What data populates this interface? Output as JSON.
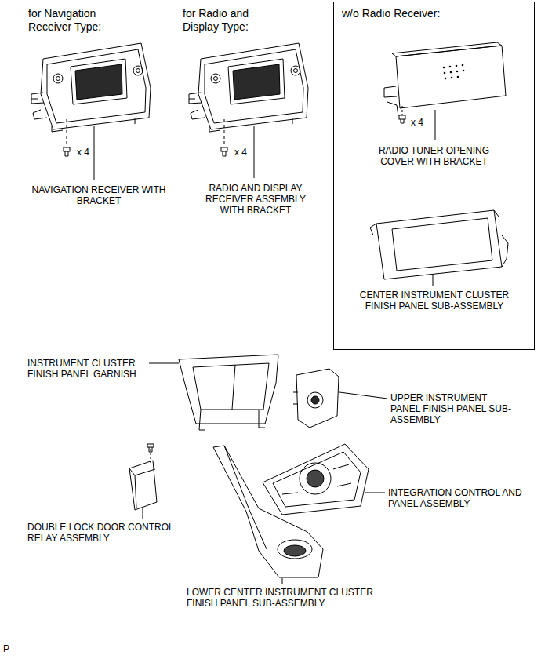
{
  "diagram": {
    "nodes": [
      {
        "text": [
          "for Navigation Receiver Type:",
          "x 4",
          "NAVIGATION RECEIVER WITH BRACKET"
        ]
      },
      {
        "text": [
          "for Radio and Display Type:",
          "x 4",
          "RADIO AND DISPLAY RECEIVER ASSEMBLY WITH BRACKET"
        ]
      },
      {
        "text": [
          "w/o Radio Receiver:",
          "x 4",
          "RADIO TUNER OPENING COVER WITH BRACKET",
          "CENTER INSTRUMENT CLUSTER FINISH PANEL SUB-ASSEMBLY"
        ]
      }
    ],
    "edges": [],
    "labels": [
      "INSTRUMENT CLUSTER FINISH PANEL GARNISH",
      "UPPER INSTRUMENT PANEL FINISH PANEL SUB-ASSEMBLY",
      "INTEGRATION CONTROL AND PANEL ASSEMBLY",
      "DOUBLE LOCK DOOR CONTROL RELAY ASSEMBLY",
      "LOWER CENTER INSTRUMENT CLUSTER FINISH PANEL SUB-ASSEMBLY",
      "P"
    ]
  }
}
